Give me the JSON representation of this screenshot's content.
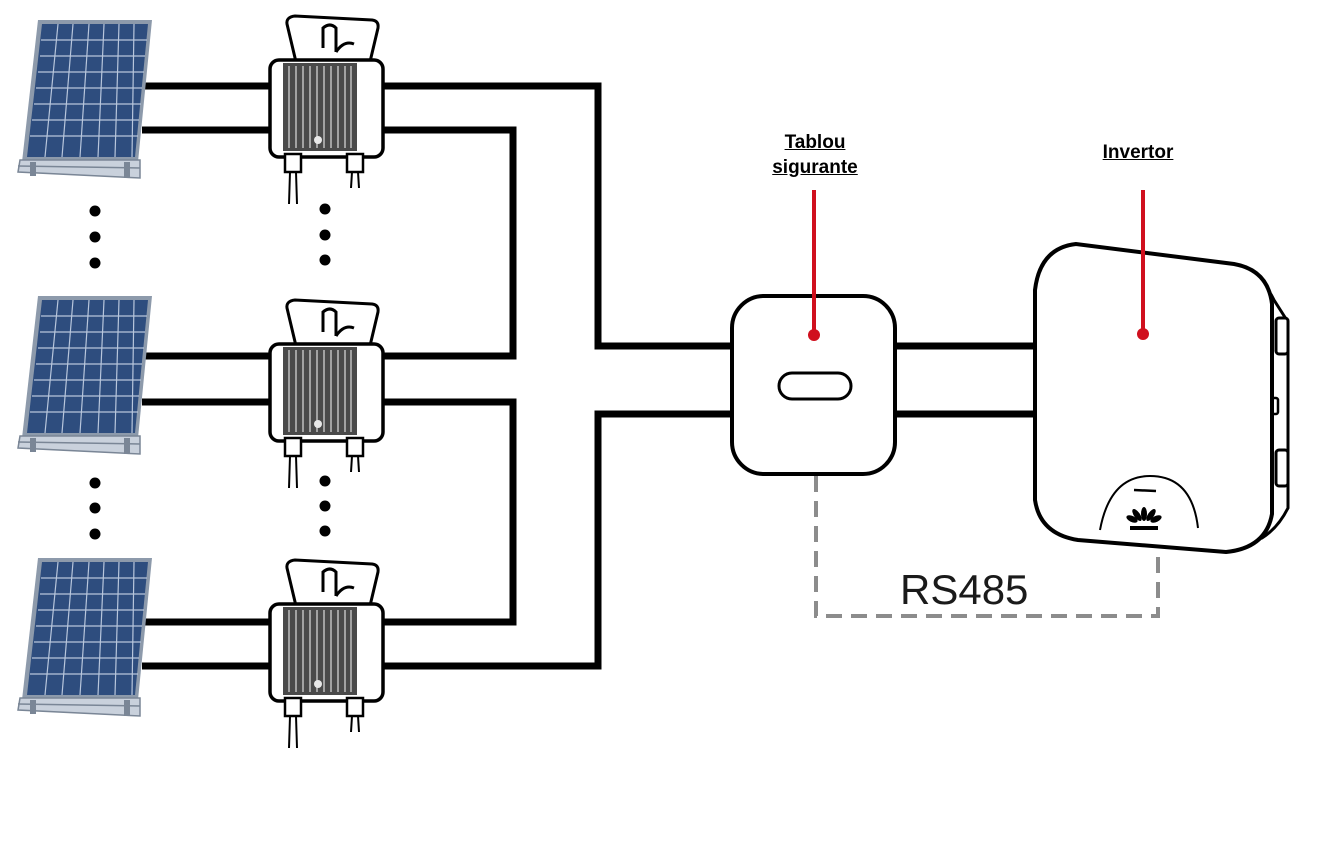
{
  "labels": {
    "fuse_box": "Tablou\nsigurante",
    "inverter": "Invertor",
    "rs485": "RS485"
  },
  "icons": {
    "panel": "solar-panel-icon",
    "optimizer": "power-optimizer-icon",
    "fuse_box": "fuse-box-icon",
    "inverter": "inverter-icon",
    "brand": "huawei-logo-icon"
  },
  "colors": {
    "wire": "#000000",
    "accent": "#d0101e",
    "dashed": "#8c8c8c",
    "panel_cell": "#2e4d7e",
    "frame": "#8d9aab"
  }
}
